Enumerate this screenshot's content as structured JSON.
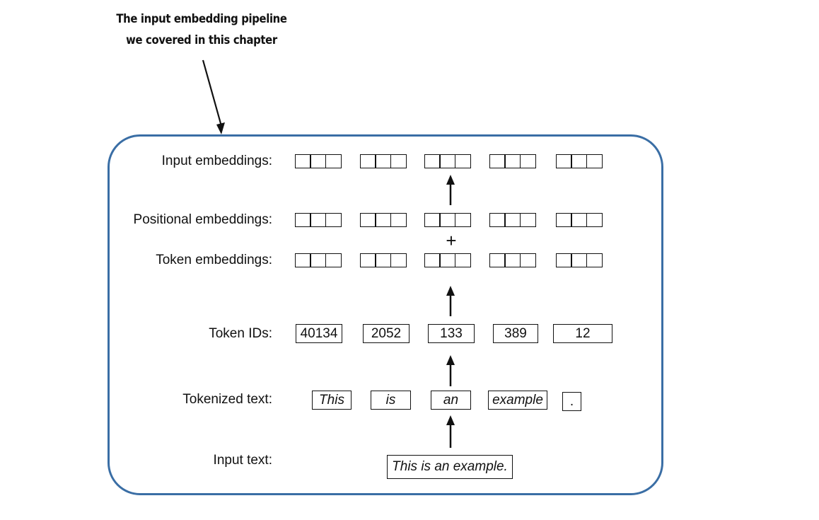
{
  "caption": {
    "line1": "The input embedding pipeline",
    "line2": "we covered in this chapter"
  },
  "labels": {
    "input_embeddings": "Input embeddings:",
    "positional_embeddings": "Positional embeddings:",
    "token_embeddings": "Token embeddings:",
    "token_ids": "Token IDs:",
    "tokenized_text": "Tokenized text:",
    "input_text": "Input text:"
  },
  "token_ids": [
    "40134",
    "2052",
    "133",
    "389",
    "12"
  ],
  "tokens": [
    "This",
    "is",
    "an",
    "example",
    "."
  ],
  "input_text": "This is an example.",
  "plus_symbol": "+",
  "colors": {
    "frame": "#3a6ea5",
    "ink": "#111111"
  }
}
